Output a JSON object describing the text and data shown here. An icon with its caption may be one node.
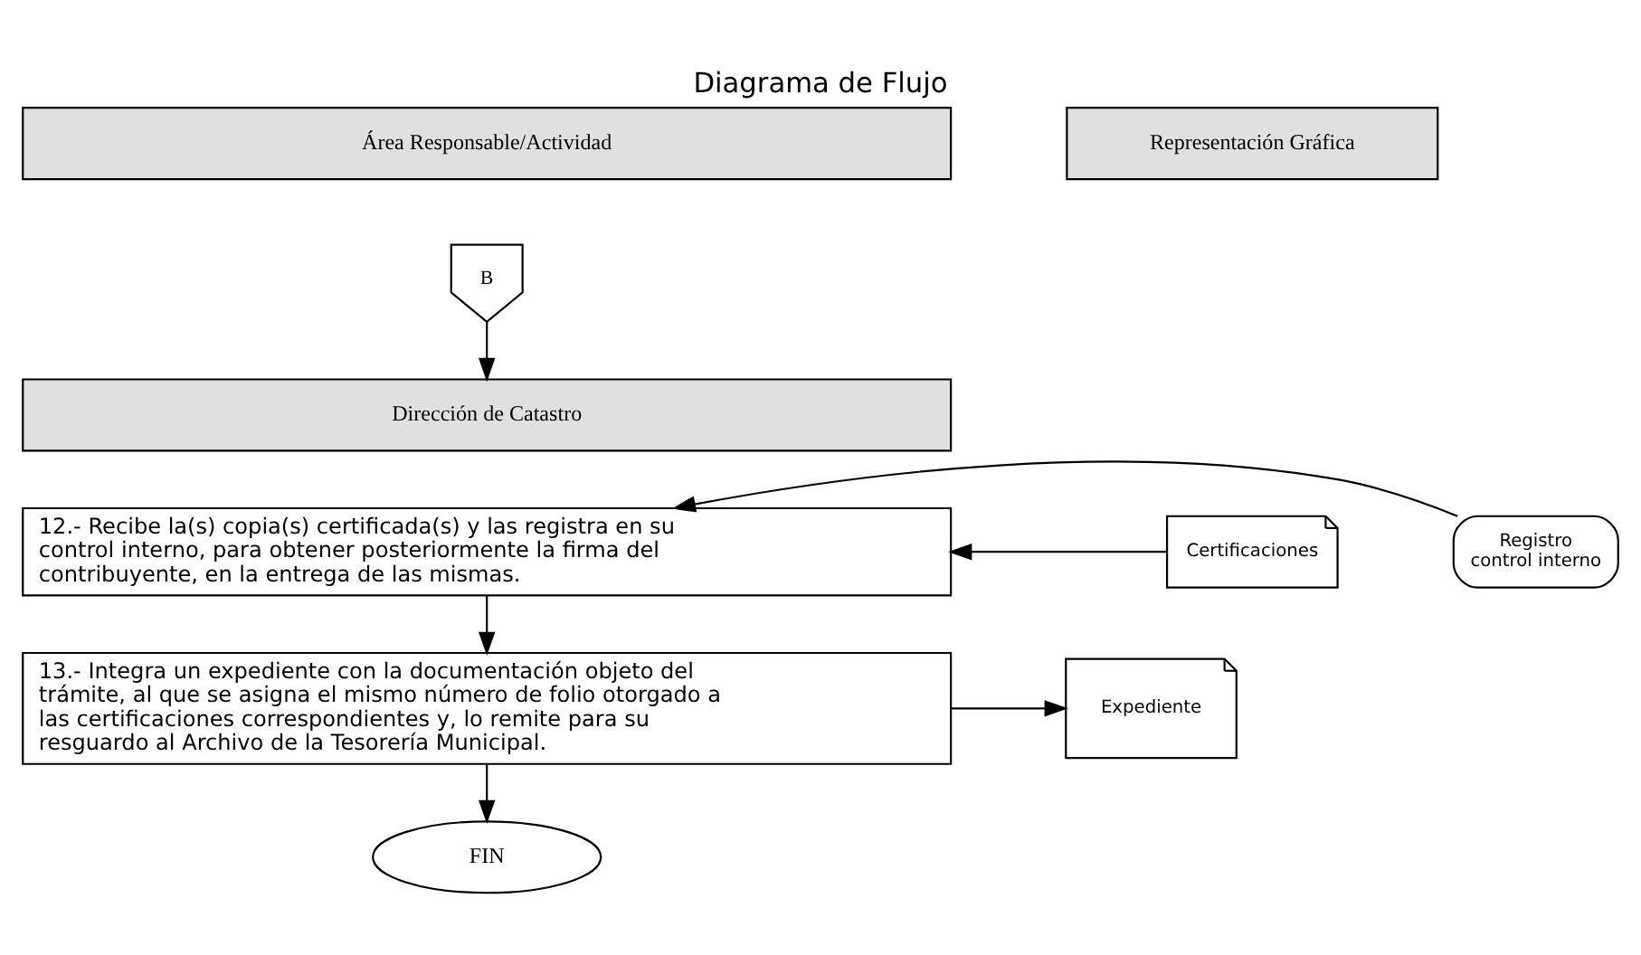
{
  "diagram": {
    "title": "Diagrama de Flujo",
    "nodes": [
      {
        "text": [
          "Área Responsable/Actividad"
        ]
      },
      {
        "text": [
          "Representación Gráfica"
        ]
      },
      {
        "text": [
          "B"
        ]
      },
      {
        "text": [
          "Dirección de Catastro"
        ]
      },
      {
        "text": [
          "12.- Recibe la(s) copia(s) certificada(s) y las registra en su control interno, para obtener posteriormente la firma del contribuyente, en la entrega de las mismas."
        ]
      },
      {
        "text": [
          "Certificaciones"
        ]
      },
      {
        "text": [
          "Registro",
          "control interno"
        ]
      },
      {
        "text": [
          "13.- Integra un expediente con la documentación objeto del trámite, al que se asigna el mismo número de folio otorgado a las certificaciones correspondientes y, lo remite para su resguardo al Archivo de la Tesorería Municipal."
        ]
      },
      {
        "text": [
          "Expediente"
        ]
      },
      {
        "text": [
          "FIN"
        ]
      }
    ],
    "edges": [
      {
        "from": 2,
        "to": 3,
        "arrow": "to"
      },
      {
        "from": 5,
        "to": 4,
        "arrow": "to"
      },
      {
        "from": 6,
        "to": 4,
        "arrow": "to"
      },
      {
        "from": 4,
        "to": 7,
        "arrow": "to"
      },
      {
        "from": 7,
        "to": 8,
        "arrow": "to"
      },
      {
        "from": 7,
        "to": 9,
        "arrow": "to"
      }
    ]
  }
}
